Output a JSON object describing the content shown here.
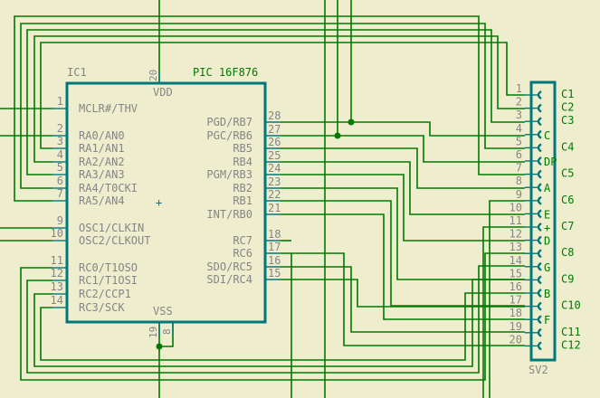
{
  "ic": {
    "name": "IC1",
    "value": "PIC 16F876",
    "vdd": {
      "label": "VDD",
      "pin": "20"
    },
    "vss": {
      "label": "VSS",
      "pins": [
        "19",
        "8"
      ]
    },
    "left_pins": [
      {
        "num": "1",
        "label": "MCLR#/THV"
      },
      {
        "num": "2",
        "label": "RA0/AN0"
      },
      {
        "num": "3",
        "label": "RA1/AN1"
      },
      {
        "num": "4",
        "label": "RA2/AN2"
      },
      {
        "num": "5",
        "label": "RA3/AN3"
      },
      {
        "num": "6",
        "label": "RA4/T0CKI"
      },
      {
        "num": "7",
        "label": "RA5/AN4"
      },
      {
        "num": "9",
        "label": "OSC1/CLKIN"
      },
      {
        "num": "10",
        "label": "OSC2/CLKOUT"
      },
      {
        "num": "11",
        "label": "RC0/T1OSO"
      },
      {
        "num": "12",
        "label": "RC1/T1OSI"
      },
      {
        "num": "13",
        "label": "RC2/CCP1"
      },
      {
        "num": "14",
        "label": "RC3/SCK"
      }
    ],
    "right_pins": [
      {
        "num": "28",
        "label": "PGD/RB7"
      },
      {
        "num": "27",
        "label": "PGC/RB6"
      },
      {
        "num": "26",
        "label": "RB5"
      },
      {
        "num": "25",
        "label": "RB4"
      },
      {
        "num": "24",
        "label": "PGM/RB3"
      },
      {
        "num": "23",
        "label": "RB2"
      },
      {
        "num": "22",
        "label": "RB1"
      },
      {
        "num": "21",
        "label": "INT/RB0"
      },
      {
        "num": "18",
        "label": "RC7"
      },
      {
        "num": "17",
        "label": "RC6"
      },
      {
        "num": "16",
        "label": "SDO/RC5"
      },
      {
        "num": "15",
        "label": "SDI/RC4"
      }
    ]
  },
  "connector": {
    "name": "SV2",
    "pins": [
      "1",
      "2",
      "3",
      "4",
      "5",
      "6",
      "7",
      "8",
      "9",
      "10",
      "11",
      "12",
      "13",
      "14",
      "15",
      "16",
      "17",
      "18",
      "19",
      "20"
    ],
    "inner_labels": [
      {
        "pin": "4",
        "text": "C"
      },
      {
        "pin": "6",
        "text": "DP"
      },
      {
        "pin": "8",
        "text": "A"
      },
      {
        "pin": "10",
        "text": "E"
      },
      {
        "pin": "11",
        "text": "+"
      },
      {
        "pin": "12",
        "text": "D"
      },
      {
        "pin": "14",
        "text": "G"
      },
      {
        "pin": "16",
        "text": "B"
      },
      {
        "pin": "18",
        "text": "F"
      }
    ],
    "net_labels": [
      {
        "pin": "1",
        "text": "C1"
      },
      {
        "pin": "2",
        "text": "C2"
      },
      {
        "pin": "3",
        "text": "C3"
      },
      {
        "pin": "5",
        "text": "C4"
      },
      {
        "pin": "7",
        "text": "C5"
      },
      {
        "pin": "9",
        "text": "C6"
      },
      {
        "pin": "11",
        "text": "C7"
      },
      {
        "pin": "13",
        "text": "C8"
      },
      {
        "pin": "15",
        "text": "C9"
      },
      {
        "pin": "17",
        "text": "C10"
      },
      {
        "pin": "19",
        "text": "C11"
      },
      {
        "pin": "20",
        "text": "C12"
      }
    ]
  },
  "colors": {
    "background": "#eeeecf",
    "wire": "#007a00",
    "symbol": "#00787a",
    "text": "#858585"
  }
}
